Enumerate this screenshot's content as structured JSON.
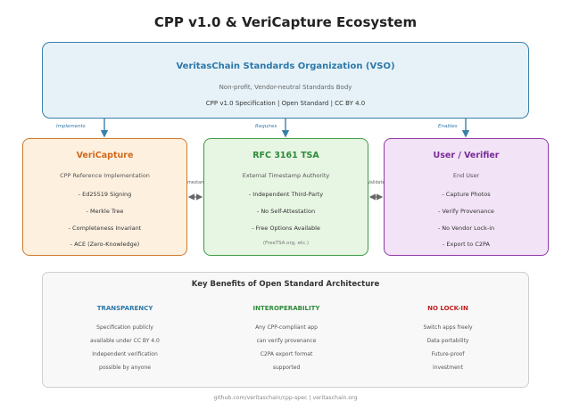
{
  "title": "CPP v1.0 & VeriCapture Ecosystem",
  "vso": {
    "name": "VeritasChain Standards Organization (VSO)",
    "subtitle": "Non-profit, Vendor-neutral Standards Body",
    "line": "CPP v1.0 Specification  |  Open Standard  |  CC BY 4.0"
  },
  "relations": {
    "implements": "Implements",
    "requires": "Requires",
    "enables": "Enables",
    "timestamp": "Timestamp",
    "validate": "Validate"
  },
  "boxes": [
    {
      "name": "VeriCapture",
      "subtitle": "CPP Reference Implementation",
      "items": [
        "- Ed25519 Signing",
        "- Merkle Tree",
        "- Completeness Invariant",
        "- ACE (Zero-Knowledge)"
      ],
      "note": ""
    },
    {
      "name": "RFC 3161 TSA",
      "subtitle": "External Timestamp Authority",
      "items": [
        "- Independent Third-Party",
        "- No Self-Attestation",
        "- Free Options Available"
      ],
      "note": "(FreeTSA.org, etc.)"
    },
    {
      "name": "User / Verifier",
      "subtitle": "End User",
      "items": [
        "- Capture Photos",
        "- Verify Provenance",
        "- No Vendor Lock-in",
        "- Export to C2PA"
      ],
      "note": ""
    }
  ],
  "benefits": {
    "title": "Key Benefits of Open Standard Architecture",
    "columns": [
      {
        "heading": "TRANSPARENCY",
        "lines": [
          "Specification publicly",
          "available under CC BY 4.0",
          "Independent verification",
          "possible by anyone"
        ]
      },
      {
        "heading": "INTEROPERABILITY",
        "lines": [
          "Any CPP-compliant app",
          "can verify provenance",
          "C2PA export format",
          "supported"
        ]
      },
      {
        "heading": "NO LOCK-IN",
        "lines": [
          "Switch apps freely",
          "Data portability",
          "Future-proof",
          "investment"
        ]
      }
    ]
  },
  "footer": "github.com/veritaschain/cpp-spec  |  veritaschain.org"
}
